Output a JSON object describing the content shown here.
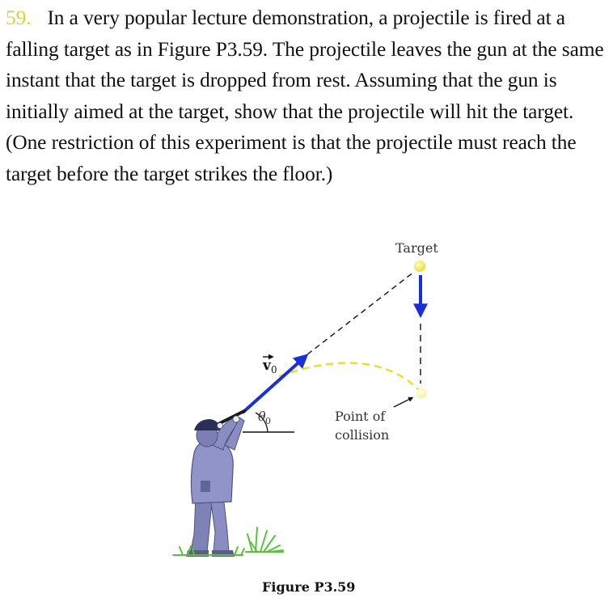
{
  "problem": {
    "number": "59.",
    "text": "In a very popular lecture demonstration, a projectile is fired at a falling target as in Figure P3.59. The projectile leaves the gun at the same instant that the target is dropped from rest. Assuming that the gun is initially aimed at the target, show that the projectile will hit the target. (One restriction of this experiment is that the projectile must reach the target before the target strikes the floor.)"
  },
  "figure": {
    "labels": {
      "target": "Target",
      "velocity": "v",
      "velocity_subscript": "0",
      "angle": "θ",
      "angle_subscript": "0",
      "collision_line1": "Point of",
      "collision_line2": "collision"
    },
    "caption": "Figure P3.59",
    "colors": {
      "velocity_arrow": "#1a2fd8",
      "fall_arrow": "#1a2fd8",
      "trajectory": "#e4e021",
      "target": "#f2ee3a",
      "person": "#8d90c4",
      "grass": "#57c23b"
    }
  }
}
